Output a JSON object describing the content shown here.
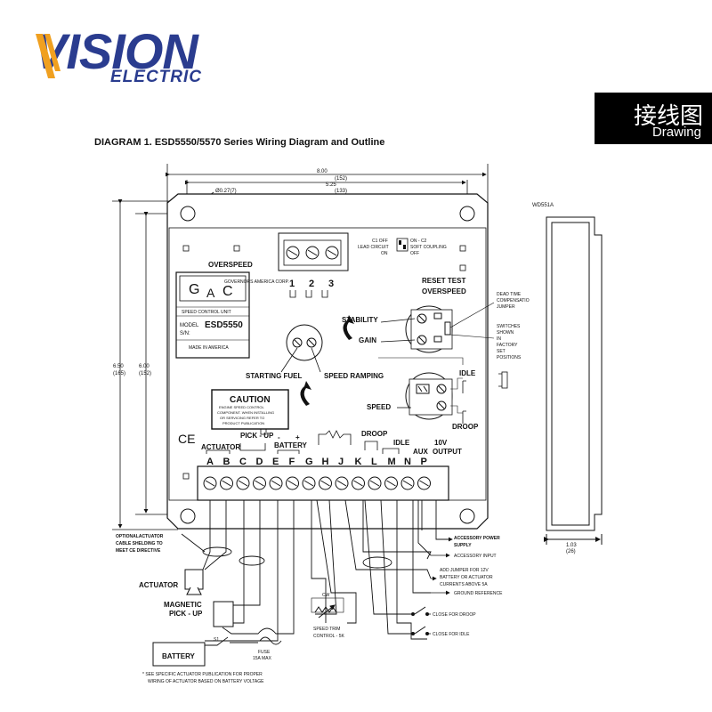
{
  "brand": {
    "logo_main": "VISION",
    "logo_sub": "ELECTRIC"
  },
  "badge": {
    "chinese": "接线图",
    "english": "Drawing"
  },
  "title": "DIAGRAM 1. ESD5550/5570 Series Wiring Diagram and Outline",
  "dimensions": {
    "width_top": "8.00",
    "width_top_mm": "(152)",
    "width_inner": "5.25",
    "width_inner_mm": "(133)",
    "hole": "Ø0.27(7)",
    "height_outer": "6.50",
    "height_outer_mm": "(165)",
    "height_inner": "6.00",
    "height_inner_mm": "(152)",
    "side_depth": "1.03",
    "side_depth_mm": "(26)",
    "side_label": "WD551A"
  },
  "unit_labels": {
    "overspeed": "OVERSPEED",
    "gac_small": "GOVERNORS AMERICA CORP.",
    "speed_control_unit": "SPEED CONTROL UNIT",
    "model_prefix": "MODEL",
    "model": "ESD5550",
    "sn": "S/N:",
    "made_in": "MADE IN AMERICA",
    "starting_fuel": "STARTING FUEL",
    "speed_ramping": "SPEED RAMPING",
    "caution_title": "CAUTION",
    "caution_text1": "ENGINE SPEED CONTROL",
    "caution_text2": "COMPONENT. WHEN INSTALLING",
    "caution_text3": "OR SERVICING REFER TO",
    "caution_text4": "PRODUCT PUBLICATION",
    "ce": "CE",
    "stability": "STABILITY",
    "gain": "GAIN",
    "reset_test": "RESET TEST",
    "reset_overspeed": "OVERSPEED",
    "idle": "IDLE",
    "speed": "SPEED",
    "droop": "DROOP",
    "dead_time1": "DEAD TIME",
    "dead_time2": "COMPENSATIO",
    "dead_time3": "JUMPER",
    "switches1": "SWITCHES",
    "switches2": "SHOWN",
    "switches3": "IN",
    "switches4": "FACTORY",
    "switches5": "SET",
    "switches6": "POSITIONS",
    "dip_c1_off": "C1 OFF",
    "dip_lead": "LEAD CIRCUIT",
    "dip_on": "ON",
    "dip_c2_on": "ON - C2",
    "dip_soft": "SOFT COUPLING",
    "dip_off": "OFF",
    "top_terminals": [
      "1",
      "2",
      "3"
    ]
  },
  "terminals": [
    "A",
    "B",
    "C",
    "D",
    "E",
    "F",
    "G",
    "H",
    "J",
    "K",
    "L",
    "M",
    "N",
    "P"
  ],
  "terminal_labels": {
    "actuator": "ACTUATOR",
    "pickup": "PICK - UP",
    "battery_minus": "-",
    "battery_plus": "+",
    "battery": "BATTERY",
    "droop": "DROOP",
    "idle": "IDLE",
    "aux": "AUX",
    "output_10v_1": "10V",
    "output_10v_2": "OUTPUT"
  },
  "wiring": {
    "optional_note1": "OPTIONALACTUATOR",
    "optional_note2": "CABLE SHELDING TO",
    "optional_note3": "MEET CE DIRECTIVE",
    "actuator": "ACTUATOR",
    "magnetic_pickup1": "MAGNETIC",
    "magnetic_pickup2": "PICK - UP",
    "battery": "BATTERY",
    "switch": "S1",
    "fuse1": "FUSE",
    "fuse2": "15A MAX",
    "cw": "CW",
    "speed_trim1": "SPEED TRIM",
    "speed_trim2": "CONTROL - 5K",
    "accessory_power1": "ACCESSORY POWER",
    "accessory_power2": "SUPPLY",
    "accessory_input": "ACCESSORY INPUT",
    "jumper1": "ADD JUMPER FOR 12V",
    "jumper2": "BATTERY OR ACTUATOR",
    "jumper3": "CURRENTS ABOVE 5A",
    "ground_ref": "GROUND REFERENCE",
    "close_droop": "CLOSE FOR DROOP",
    "close_idle": "CLOSE FOR IDLE",
    "footnote1": "* SEE SPECIFIC ACTUATOR PUBLICATION FOR PROPER",
    "footnote2": "WIRING OF ACTUATOR BASED ON BATTERY VOLTAGE"
  }
}
